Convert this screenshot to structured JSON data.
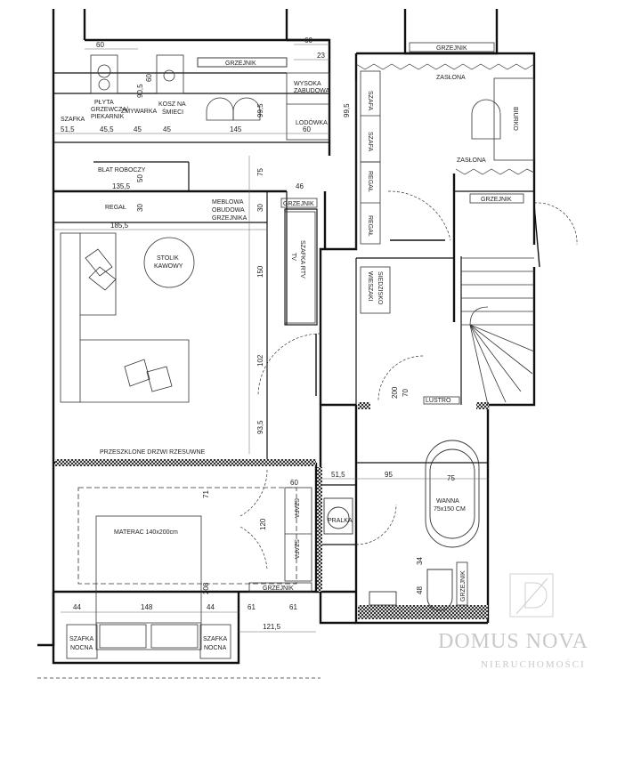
{
  "rooms": {
    "kitchen": {
      "szafka": "SZAFKA",
      "plyta": [
        "PŁYTA",
        "GRZEWCZA/",
        "PIEKARNIK"
      ],
      "zmywarka": "ZMYWARKA",
      "kosz": [
        "KOSZ NA",
        "ŚMIECI"
      ],
      "wysoka_zabudowa": [
        "WYSOKA",
        "ZABUDOWA"
      ],
      "lodowka": "LODÓWKA",
      "blat": "BLAT ROBOCZY",
      "regal": "REGAŁ"
    },
    "living": {
      "stolik": [
        "STOLIK",
        "KAWOWY"
      ],
      "meblowa": [
        "MEBLOWA",
        "OBUDOWA",
        "GRZEJNIKA"
      ],
      "szafka_rtv": [
        "SZAFKA RTV",
        "TV"
      ],
      "przeszklone": "PRZESZKLONE DRZWI RZESUWNE"
    },
    "office": {
      "zaslona_top": "ZASŁONA",
      "zaslona_mid": "ZASŁONA",
      "biurko": "BIURKO",
      "szafa": "SZAFA",
      "regal": "REGAŁ"
    },
    "hall": {
      "wieszaki": [
        "WIESZAKI",
        "SIEDZISKO"
      ],
      "lustro": "LUSTRO"
    },
    "bathroom": {
      "wanna": [
        "WANNA",
        "75x150 CM"
      ],
      "pralka": "PRALKA"
    },
    "bedroom": {
      "materac": "MATERAC 140x200cm",
      "szafa": "SZAFA",
      "szafka_nocna": [
        "SZAFKA",
        "NOCNA"
      ]
    },
    "grzejnik": "GRZEJNIK"
  },
  "dimensions": {
    "d60_top": "60",
    "d60_right": "60",
    "d23": "23",
    "d51_5_k": "51,5",
    "d45_5": "45,5",
    "d45_a": "45",
    "d45_b": "45",
    "d145": "145",
    "d60_k": "60",
    "d90_5": "90,5",
    "d60_v": "60",
    "d99_5_a": "99,5",
    "d99_5_b": "99,5",
    "d75": "75",
    "d50": "50",
    "d135_5": "135,5",
    "d30_a": "30",
    "d30_b": "30",
    "d46": "46",
    "d185_5": "185,5",
    "d150": "150",
    "d102": "102",
    "d93_5": "93,5",
    "d70": "70",
    "d200": "200",
    "d75_bath": "75",
    "d51_5_b": "51,5",
    "d95": "95",
    "d60_b": "60",
    "d71": "71",
    "d120": "120",
    "d34": "34",
    "d48": "48",
    "d208": "208",
    "d44_a": "44",
    "d148": "148",
    "d44_b": "44",
    "d61_a": "61",
    "d61_b": "61",
    "d121_5": "121,5"
  },
  "brand": {
    "name": "DOMUS NOVA",
    "tagline": "NIERUCHOMOŚCI"
  }
}
